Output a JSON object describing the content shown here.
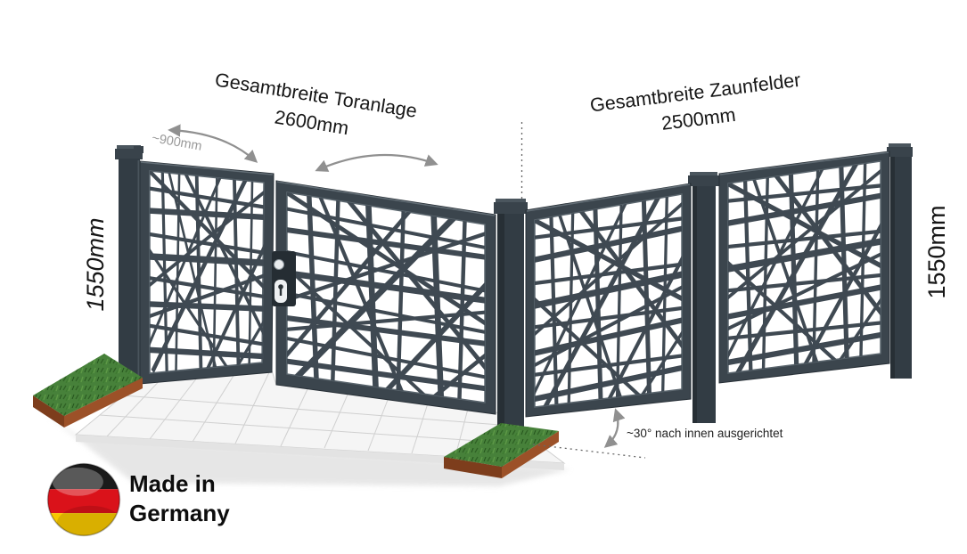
{
  "annotations": {
    "gate_width": {
      "line1": "Gesamtbreite Toranlage",
      "line2": "2600mm"
    },
    "fence_width": {
      "line1": "Gesamtbreite Zaunfelder",
      "line2": "2500mm"
    },
    "leaf_width": "~900mm",
    "height_left": "1550mm",
    "height_right": "1550mm",
    "angle_note": "~30° nach innen ausgerichtet"
  },
  "badge": {
    "line1": "Made in",
    "line2": "Germany",
    "icon": "germany-flag-badge"
  },
  "colors": {
    "metal": "#3b454d",
    "metal-dark": "#323c44",
    "bars": "#3f4952",
    "grass": "#47813a",
    "terracotta": "#9c5128",
    "terracotta-dark": "#7d3d1c",
    "tile": "#f5f5f5",
    "tile-line": "#d0d0d0",
    "shadow": "#d7d7d7",
    "note-gray": "#9a9a9a",
    "arrow": "#909090",
    "ink": "#161616",
    "flag-black": "#1a1a1a",
    "flag-red": "#da121a",
    "flag-gold": "#f7c800"
  }
}
